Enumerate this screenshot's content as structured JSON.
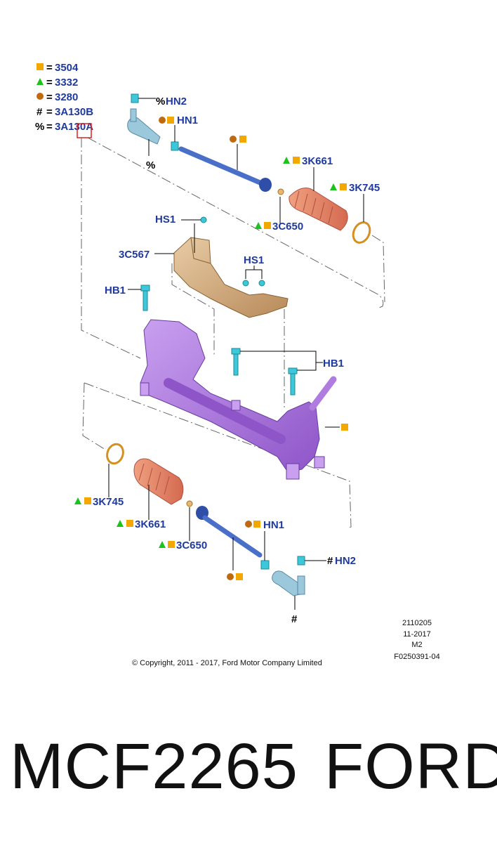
{
  "legend": [
    {
      "symbol": "square",
      "color": "#f2a800",
      "code": "3504"
    },
    {
      "symbol": "triangle",
      "color": "#1ec21e",
      "code": "3332"
    },
    {
      "symbol": "circle",
      "color": "#c06a10",
      "code": "3280"
    },
    {
      "symbol": "#",
      "color": "#000000",
      "code": "3A130B"
    },
    {
      "symbol": "%",
      "color": "#000000",
      "code": "3A130A"
    }
  ],
  "legend_eq": "=",
  "labels": {
    "hn2_top": "HN2",
    "hn1_top": "HN1",
    "pct_top": "%",
    "k661_top": "3K661",
    "k745_top": "3K745",
    "c650_top": "3C650",
    "hs1_left": "HS1",
    "c567": "3C567",
    "hs1_mid": "HS1",
    "hb1_left": "HB1",
    "hb1_right": "HB1",
    "k745_bot": "3K745",
    "k661_bot": "3K661",
    "c650_bot": "3C650",
    "hn1_bot": "HN1",
    "hn2_bot": "HN2",
    "hash_bot": "#"
  },
  "symbols": {
    "pct": "%",
    "hash": "#"
  },
  "info": {
    "line1": "2110205",
    "line2": "11-2017",
    "line3": "M2",
    "line4": "F0250391-04"
  },
  "copyright": "© Copyright, 2011 - 2017, Ford Motor Company Limited",
  "part_number": "MCF2265",
  "brand": "FORD",
  "colors": {
    "label_blue": "#1f3a9e",
    "housing_purple": "#b07ce0",
    "boot_orange": "#e8866a",
    "tie_rod_blue": "#4a6fc8",
    "shield_tan": "#d9b487",
    "fastener_cyan": "#3cc8d8"
  }
}
